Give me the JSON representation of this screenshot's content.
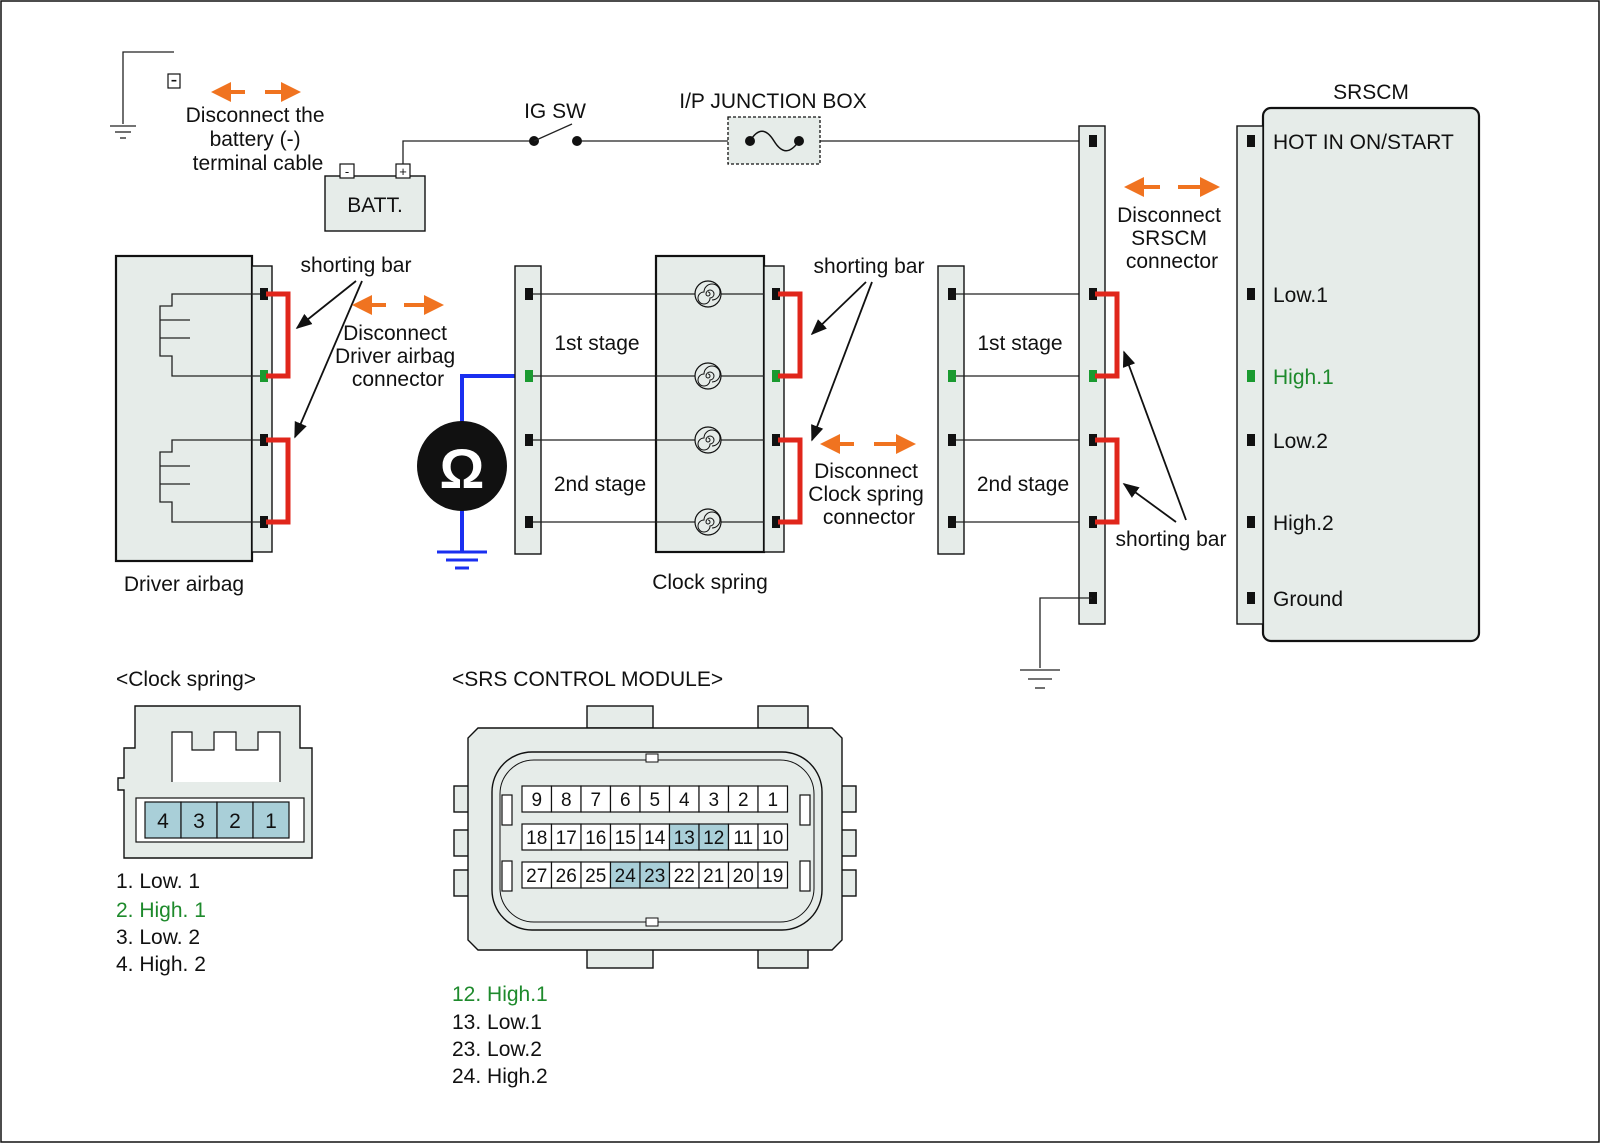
{
  "ground_battery": {
    "minus_sign": "-"
  },
  "battery": {
    "label": "BATT.",
    "minus": "-",
    "plus": "+"
  },
  "notes": {
    "disconnect_battery": [
      "Disconnect the",
      "battery (-)",
      "terminal cable"
    ],
    "disconnect_driver_airbag": [
      "Disconnect",
      "Driver airbag",
      "connector"
    ],
    "disconnect_clock_spring": [
      "Disconnect",
      "Clock spring",
      "connector"
    ],
    "disconnect_srscm": [
      "Disconnect",
      "SRSCM",
      "connector"
    ]
  },
  "ig_sw": {
    "label": "IG SW"
  },
  "junction_box": {
    "label": "I/P JUNCTION BOX"
  },
  "srscm": {
    "title": "SRSCM",
    "pins": [
      {
        "label": "HOT IN ON/START",
        "highlight": false
      },
      {
        "label": "Low.1",
        "highlight": false
      },
      {
        "label": "High.1",
        "highlight": true
      },
      {
        "label": "Low.2",
        "highlight": false
      },
      {
        "label": "High.2",
        "highlight": false
      },
      {
        "label": "Ground",
        "highlight": false
      }
    ]
  },
  "labels": {
    "shorting_bar": "shorting bar",
    "first_stage": "1st stage",
    "second_stage": "2nd stage",
    "driver_airbag": "Driver airbag",
    "clock_spring": "Clock spring",
    "ohmmeter_symbol": "Ω"
  },
  "clock_spring_connector": {
    "title": "<Clock spring>",
    "cells": [
      "4",
      "3",
      "2",
      "1"
    ],
    "pins": [
      {
        "text": "1. Low. 1",
        "highlight": false
      },
      {
        "text": "2. High. 1",
        "highlight": true
      },
      {
        "text": "3. Low. 2",
        "highlight": false
      },
      {
        "text": "4. High. 2",
        "highlight": false
      }
    ]
  },
  "srs_control_module": {
    "title": "<SRS CONTROL MODULE>",
    "rows": [
      [
        "9",
        "8",
        "7",
        "6",
        "5",
        "4",
        "3",
        "2",
        "1"
      ],
      [
        "18",
        "17",
        "16",
        "15",
        "14",
        "13",
        "12",
        "11",
        "10"
      ],
      [
        "27",
        "26",
        "25",
        "24",
        "23",
        "22",
        "21",
        "20",
        "19"
      ]
    ],
    "highlighted": [
      "13",
      "12",
      "24",
      "23"
    ],
    "pins": [
      {
        "text": "12. High.1",
        "highlight": true
      },
      {
        "text": "13. Low.1",
        "highlight": false
      },
      {
        "text": "23. Low.2",
        "highlight": false
      },
      {
        "text": "24. High.2",
        "highlight": false
      }
    ]
  },
  "colors": {
    "shorting_bar": "#e0261b",
    "meter_wire": "#1a2ff0",
    "disconnect_arrow": "#f07320",
    "high_signal_text": "#1e8a2c",
    "pin_highlight": "#a9cfd8",
    "component_fill": "#e6ece9"
  }
}
